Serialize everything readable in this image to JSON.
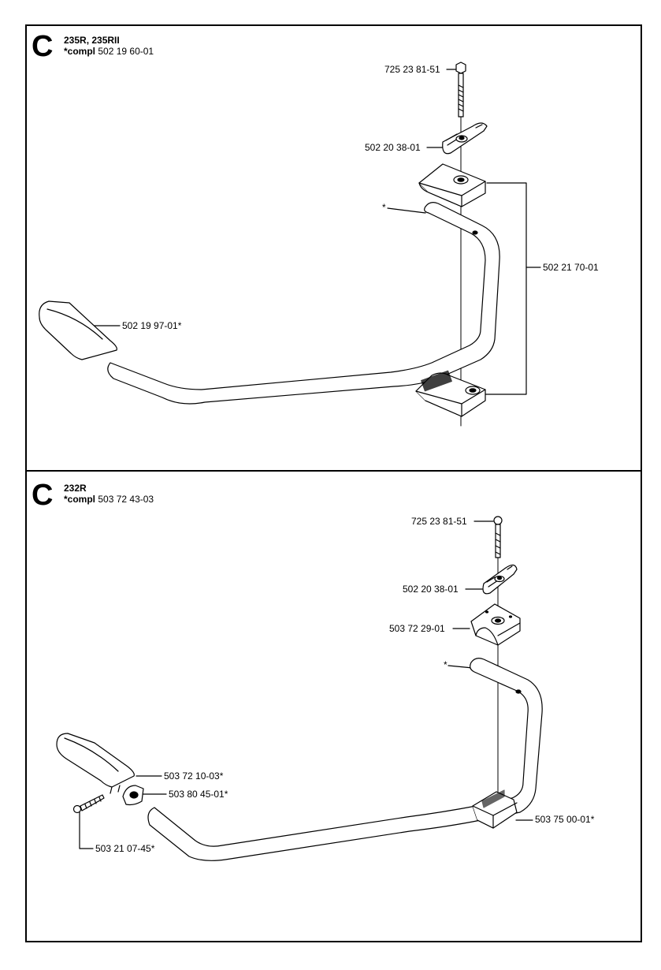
{
  "sections": [
    {
      "letter": "C",
      "models": "235R, 235RII",
      "compl_prefix": "*compl",
      "compl_number": "502 19 60-01",
      "parts": [
        {
          "id": "bolt",
          "number": "725 23 81-51"
        },
        {
          "id": "knob",
          "number": "502 20 38-01"
        },
        {
          "id": "clamp-set",
          "number": "502 21 70-01"
        },
        {
          "id": "handle-tube",
          "number": "*"
        },
        {
          "id": "grip",
          "number": "502 19 97-01*"
        }
      ]
    },
    {
      "letter": "C",
      "models": "232R",
      "compl_prefix": "*compl",
      "compl_number": "503 72 43-03",
      "parts": [
        {
          "id": "bolt",
          "number": "725 23 81-51"
        },
        {
          "id": "knob",
          "number": "502 20 38-01"
        },
        {
          "id": "upper-clamp",
          "number": "503 72 29-01"
        },
        {
          "id": "handle-tube",
          "number": "*"
        },
        {
          "id": "grip",
          "number": "503 72 10-03*"
        },
        {
          "id": "grip-holder",
          "number": "503 80 45-01*"
        },
        {
          "id": "screw",
          "number": "503 21 07-45*"
        },
        {
          "id": "lower-clamp",
          "number": "503 75 00-01*"
        }
      ]
    }
  ]
}
